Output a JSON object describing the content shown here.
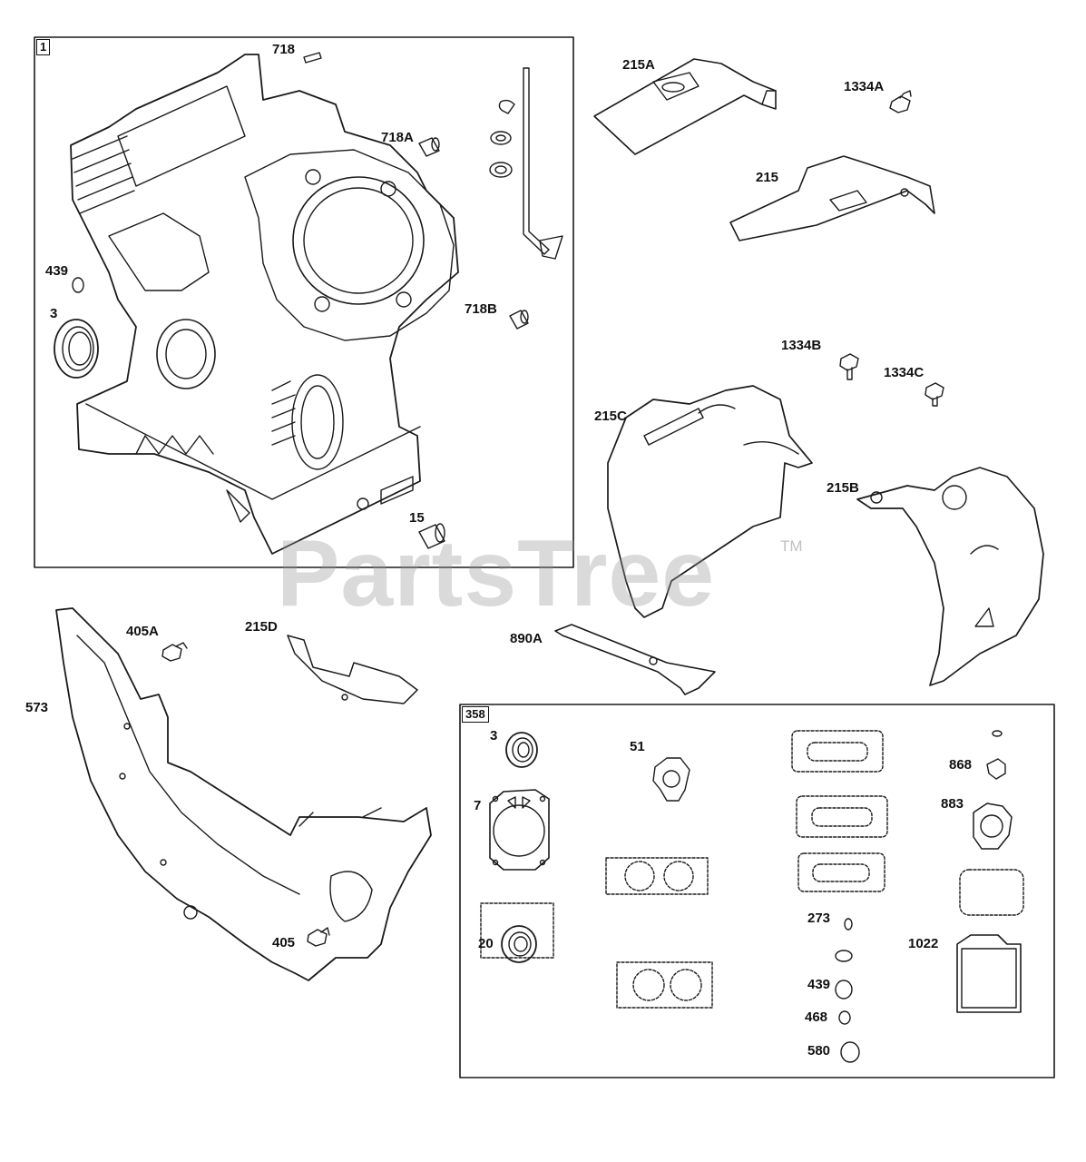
{
  "groups": {
    "engine_block": "1",
    "gasket_set": "358"
  },
  "labels": {
    "p718": "718",
    "p718a": "718A",
    "p718b": "718B",
    "p439_top": "439",
    "p3_top": "3",
    "p15": "15",
    "p215a": "215A",
    "p1334a": "1334A",
    "p215": "215",
    "p1334b": "1334B",
    "p1334c": "1334C",
    "p215c": "215C",
    "p215b": "215B",
    "p405a": "405A",
    "p215d": "215D",
    "p573": "573",
    "p890a": "890A",
    "p405": "405",
    "p3_kit": "3",
    "p7": "7",
    "p20": "20",
    "p51": "51",
    "p868": "868",
    "p883": "883",
    "p273": "273",
    "p1022": "1022",
    "p439_kit": "439",
    "p468": "468",
    "p580": "580"
  },
  "watermark": {
    "text": "PartsTree",
    "mark": "TM"
  }
}
